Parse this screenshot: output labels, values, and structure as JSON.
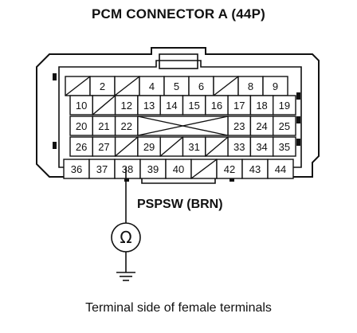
{
  "title": "PCM CONNECTOR A (44P)",
  "signal_label": "PSPSW (BRN)",
  "caption": "Terminal side of female terminals",
  "meter_symbol": "Ω",
  "connector": {
    "rows": [
      [
        {
          "label": "",
          "blank": true
        },
        {
          "label": "2"
        },
        {
          "label": "",
          "blank": true
        },
        {
          "label": "4"
        },
        {
          "label": "5"
        },
        {
          "label": "6"
        },
        {
          "label": "",
          "blank": true
        },
        {
          "label": "8"
        },
        {
          "label": "9"
        }
      ],
      [
        {
          "label": "10"
        },
        {
          "label": "",
          "blank": true
        },
        {
          "label": "12"
        },
        {
          "label": "13"
        },
        {
          "label": "14"
        },
        {
          "label": "15"
        },
        {
          "label": "16"
        },
        {
          "label": "17"
        },
        {
          "label": "18"
        },
        {
          "label": "19"
        }
      ],
      [
        {
          "label": "20"
        },
        {
          "label": "21"
        },
        {
          "label": "22"
        },
        {
          "label": "",
          "blank": true,
          "wide": true
        },
        {
          "label": "23"
        },
        {
          "label": "24"
        },
        {
          "label": "25"
        }
      ],
      [
        {
          "label": "26"
        },
        {
          "label": "27"
        },
        {
          "label": "",
          "blank": true
        },
        {
          "label": "29"
        },
        {
          "label": "",
          "blank": true
        },
        {
          "label": "31"
        },
        {
          "label": "",
          "blank": true
        },
        {
          "label": "33"
        },
        {
          "label": "34"
        },
        {
          "label": "35"
        }
      ],
      [
        {
          "label": "36"
        },
        {
          "label": "37"
        },
        {
          "label": "38",
          "highlight": true
        },
        {
          "label": "39"
        },
        {
          "label": "40"
        },
        {
          "label": "",
          "blank": true
        },
        {
          "label": "42"
        },
        {
          "label": "43"
        },
        {
          "label": "44"
        }
      ]
    ]
  }
}
